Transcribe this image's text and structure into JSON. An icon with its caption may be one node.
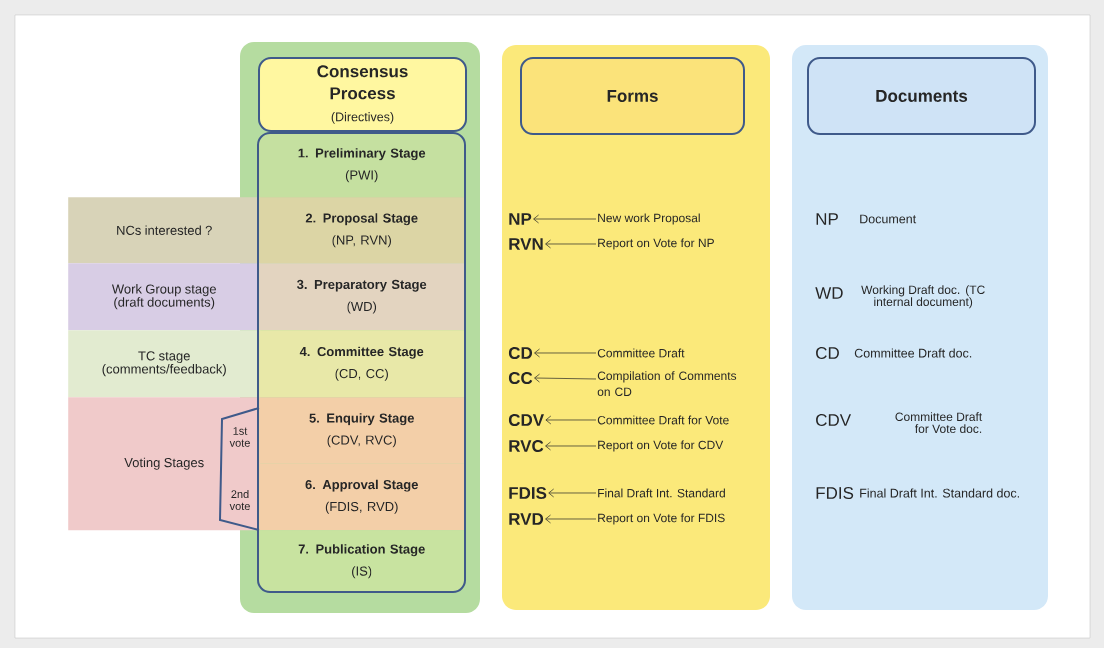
{
  "diagram": {
    "nodes": [
      {
        "text": [
          "Consensus Process",
          "(Directives)"
        ]
      },
      {
        "text": [
          "1. Preliminary Stage",
          "(PWI)"
        ]
      },
      {
        "text": [
          "2. Proposal Stage",
          "(NP, RVN)"
        ]
      },
      {
        "text": [
          "3. Preparatory Stage",
          "(WD)"
        ]
      },
      {
        "text": [
          "4. Committee Stage",
          "(CD, CC)"
        ]
      },
      {
        "text": [
          "5. Enquiry Stage",
          "(CDV, RVC)"
        ]
      },
      {
        "text": [
          "6. Approval Stage",
          "(FDIS, RVD)"
        ]
      },
      {
        "text": [
          "7. Publication Stage",
          "(IS)"
        ]
      },
      {
        "text": [
          "NCs interested ?"
        ]
      },
      {
        "text": [
          "Work Group stage (draft documents)"
        ]
      },
      {
        "text": [
          "TC stage (comments/feedback)"
        ]
      },
      {
        "text": [
          "Voting Stages"
        ]
      },
      {
        "text": [
          "Forms"
        ]
      },
      {
        "text": [
          "Documents"
        ]
      },
      {
        "text": [
          "NP"
        ]
      },
      {
        "text": [
          "New work Proposal"
        ]
      },
      {
        "text": [
          "RVN"
        ]
      },
      {
        "text": [
          "Report on Vote for NP"
        ]
      },
      {
        "text": [
          "CD"
        ]
      },
      {
        "text": [
          "Committee Draft"
        ]
      },
      {
        "text": [
          "CC"
        ]
      },
      {
        "text": [
          "Compilation of Comments on CD"
        ]
      },
      {
        "text": [
          "CDV"
        ]
      },
      {
        "text": [
          "Committee Draft for Vote"
        ]
      },
      {
        "text": [
          "RVC"
        ]
      },
      {
        "text": [
          "Report on Vote for CDV"
        ]
      },
      {
        "text": [
          "FDIS"
        ]
      },
      {
        "text": [
          "Final Draft Int. Standard"
        ]
      },
      {
        "text": [
          "RVD"
        ]
      },
      {
        "text": [
          "Report on Vote for FDIS"
        ]
      }
    ],
    "edges": [
      {
        "from": 15,
        "to": 14,
        "arrow": "to"
      },
      {
        "from": 17,
        "to": 16,
        "arrow": "to"
      },
      {
        "from": 19,
        "to": 18,
        "arrow": "to"
      },
      {
        "from": 21,
        "to": 20,
        "arrow": "to"
      },
      {
        "from": 23,
        "to": 22,
        "arrow": "to"
      },
      {
        "from": 25,
        "to": 24,
        "arrow": "to"
      },
      {
        "from": 27,
        "to": 26,
        "arrow": "to"
      },
      {
        "from": 29,
        "to": 28,
        "arrow": "to"
      }
    ],
    "labels": [
      "1st vote",
      "2nd vote",
      "NP",
      "Document",
      "WD",
      "Working Draft doc. (TC internal document)",
      "CD",
      "Committee Draft doc.",
      "CDV",
      "Committee Draft for Vote doc.",
      "FDIS",
      "Final Draft Int. Standard doc."
    ]
  }
}
